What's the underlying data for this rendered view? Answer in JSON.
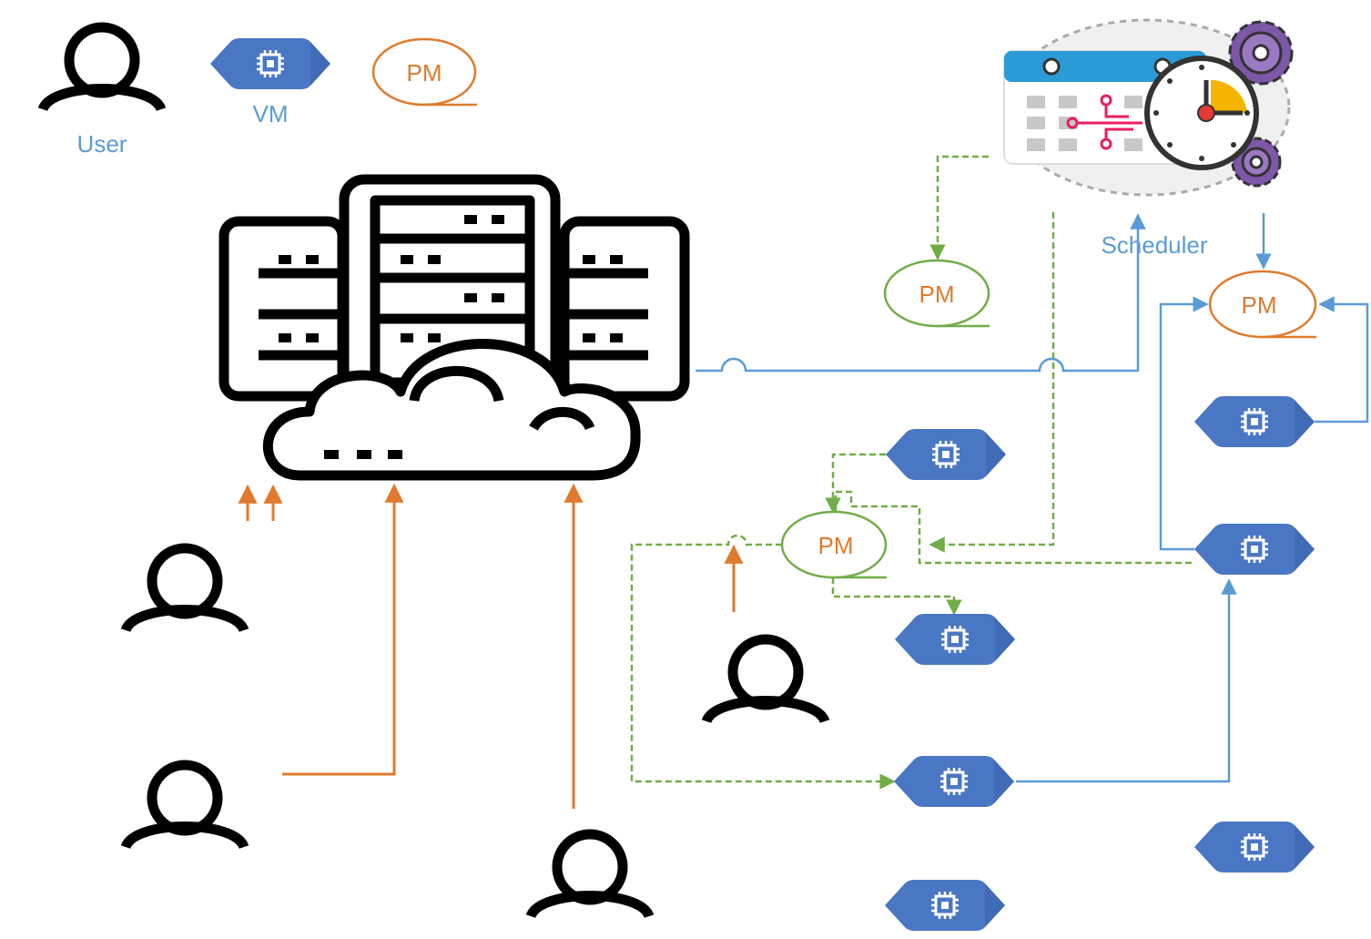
{
  "legend": {
    "user_label": "User",
    "vm_label": "VM",
    "pm_label": "PM"
  },
  "scheduler": {
    "label": "Scheduler"
  },
  "pm_nodes": [
    {
      "label": "PM",
      "color": "#70ad47"
    },
    {
      "label": "PM",
      "color": "#e07a2e"
    },
    {
      "label": "PM",
      "color": "#70ad47"
    }
  ],
  "colors": {
    "orange": "#e07a2e",
    "blue": "#5b9bd5",
    "green": "#70ad47",
    "vm_fill": "#4a77c4",
    "black": "#000000"
  }
}
